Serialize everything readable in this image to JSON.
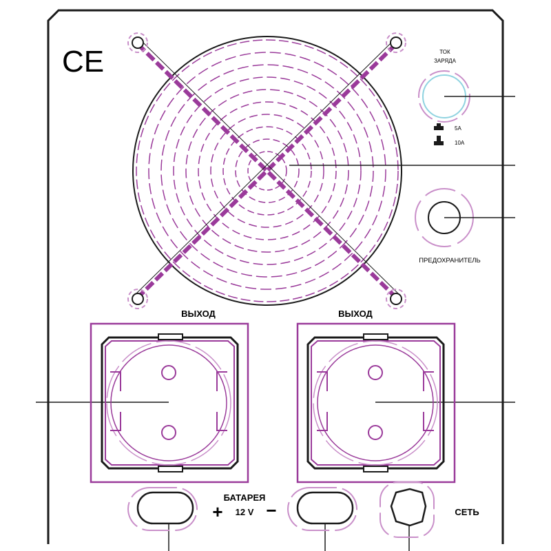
{
  "marks": {
    "ce": "CE"
  },
  "labels": {
    "charge_current_line1": "ТОК",
    "charge_current_line2": "ЗАРЯДА",
    "charge_5a": "5A",
    "charge_10a": "10A",
    "fuse": "ПРЕДОХРАНИТЕЛЬ",
    "output_left": "ВЫХОД",
    "output_right": "ВЫХОД",
    "battery": "БАТАРЕЯ",
    "battery_voltage": "12 V",
    "battery_plus": "+",
    "battery_minus": "−",
    "mains": "СЕТЬ"
  },
  "colors": {
    "outline": "#1a1a1a",
    "accent": "#9a3a9a",
    "accent_light": "#c98fc9",
    "knob_ring": "#8fd3e0"
  },
  "icons": {
    "fan": "fan-grille-icon",
    "socket": "schuko-socket-icon",
    "ce": "ce-mark-icon",
    "switch_5a": "switch-position-icon",
    "switch_10a": "switch-position-icon"
  }
}
